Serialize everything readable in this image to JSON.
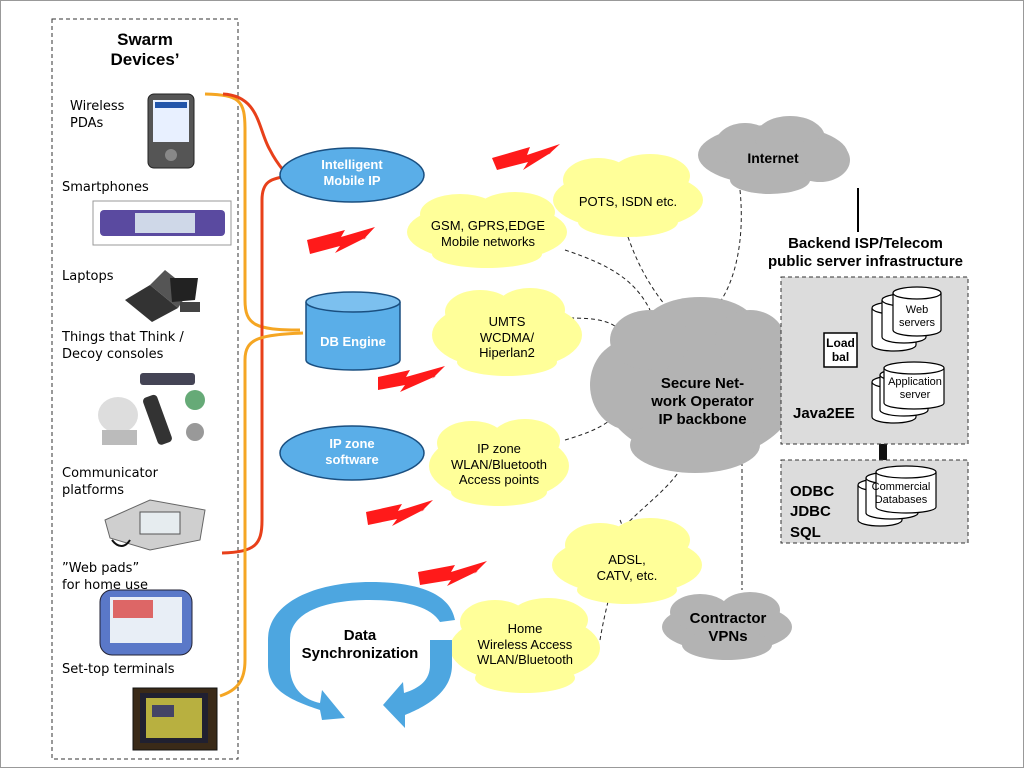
{
  "swarm": {
    "title_line1": "Swarm",
    "title_line2": "Devices’",
    "devices": [
      {
        "label_line1": "Wireless",
        "label_line2": "PDAs",
        "icon": "pda-icon"
      },
      {
        "label_line1": "Smartphones",
        "label_line2": "",
        "icon": "smartphone-icon"
      },
      {
        "label_line1": "Laptops",
        "label_line2": "",
        "icon": "laptops-icon"
      },
      {
        "label_line1": "Things that Think /",
        "label_line2": "Decoy consoles",
        "icon": "gadgets-icon"
      },
      {
        "label_line1": "Communicator",
        "label_line2": "platforms",
        "icon": "communicator-icon"
      },
      {
        "label_line1": "”Web pads”",
        "label_line2": "for home use",
        "icon": "web-pad-icon"
      },
      {
        "label_line1": "Set-top terminals",
        "label_line2": "",
        "icon": "tv-icon"
      }
    ]
  },
  "services": {
    "mobile_ip": {
      "line1": "Intelligent",
      "line2": "Mobile IP"
    },
    "db_engine": "DB Engine",
    "ip_zone_software": {
      "line1": "IP zone",
      "line2": "software"
    },
    "data_sync": {
      "line1": "Data",
      "line2": "Synchronization"
    }
  },
  "access_networks": {
    "pots": "POTS, ISDN etc.",
    "gsm": {
      "line1": "GSM, GPRS,EDGE",
      "line2": "Mobile networks"
    },
    "umts": {
      "line1": "UMTS",
      "line2": "WCDMA/",
      "line3": "Hiperlan2"
    },
    "ipzone": {
      "line1": "IP zone",
      "line2": "WLAN/Bluetooth",
      "line3": "Access points"
    },
    "adsl": {
      "line1": "ADSL,",
      "line2": "CATV, etc."
    },
    "home": {
      "line1": "Home",
      "line2": "Wireless Access",
      "line3": "WLAN/Bluetooth"
    }
  },
  "core": {
    "internet": "Internet",
    "backbone": {
      "line1": "Secure Net-",
      "line2": "work Operator",
      "line3": "IP backbone"
    },
    "contractor": {
      "line1": "Contractor",
      "line2": "VPNs"
    }
  },
  "backend": {
    "title_line1": "Backend ISP/Telecom",
    "title_line2": "public server infrastructure",
    "web_servers": {
      "line1": "Web",
      "line2": "servers"
    },
    "load_balancer": {
      "line1": "Load",
      "line2": "bal"
    },
    "app_server": {
      "line1": "Application",
      "line2": "server"
    },
    "java": "Java2EE",
    "databases": {
      "line1": "Commercial",
      "line2": "Databases"
    },
    "odbc": "ODBC",
    "jdbc": "JDBC",
    "sql": "SQL"
  },
  "colors": {
    "yellow_cloud": "#ffff99",
    "grey_cloud": "#b3b3b3",
    "blue_shape": "#5aaee8",
    "lightning": "#ff1a1a",
    "red_link": "#e8401a",
    "orange_link": "#f5a623"
  }
}
